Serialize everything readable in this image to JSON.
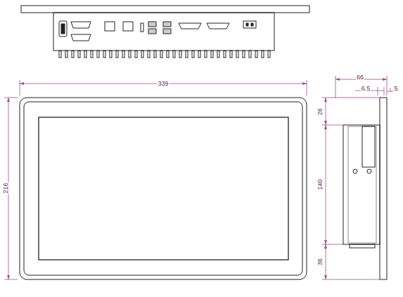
{
  "diagram": {
    "labels": [
      "339",
      "66",
      "6.5",
      "5",
      "26",
      "216",
      "140",
      "36"
    ]
  }
}
